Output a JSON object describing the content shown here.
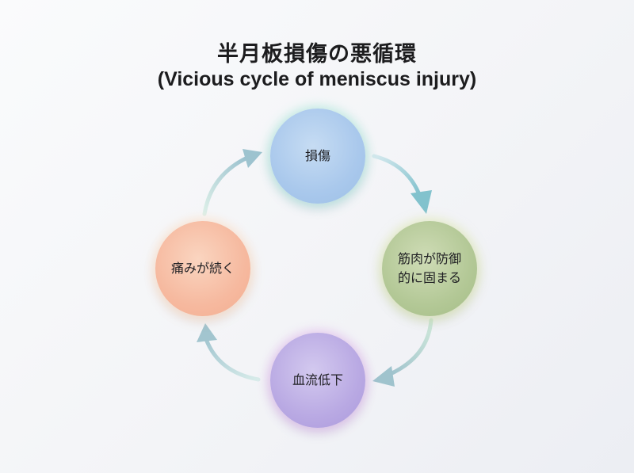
{
  "title": {
    "jp": "半月板損傷の悪循環",
    "en": "(Vicious cycle of meniscus injury)"
  },
  "nodes": {
    "injury": {
      "label": "損傷",
      "color": "#a9c8ec"
    },
    "muscle_guarding": {
      "line1": "筋肉が防御",
      "line2": "的に固まる",
      "color": "#b3c896"
    },
    "reduced_blood_flow": {
      "label": "血流低下",
      "color": "#b9a9e3"
    },
    "persistent_pain": {
      "label": "痛みが続く",
      "color": "#f6b99f"
    }
  },
  "arrows": [
    {
      "from": "injury",
      "to": "muscle_guarding",
      "color": "#86c4cf"
    },
    {
      "from": "muscle_guarding",
      "to": "reduced_blood_flow",
      "color": "#a3c4cc"
    },
    {
      "from": "reduced_blood_flow",
      "to": "persistent_pain",
      "color": "#a3c4cc"
    },
    {
      "from": "persistent_pain",
      "to": "injury",
      "color": "#a3c4cc"
    }
  ]
}
